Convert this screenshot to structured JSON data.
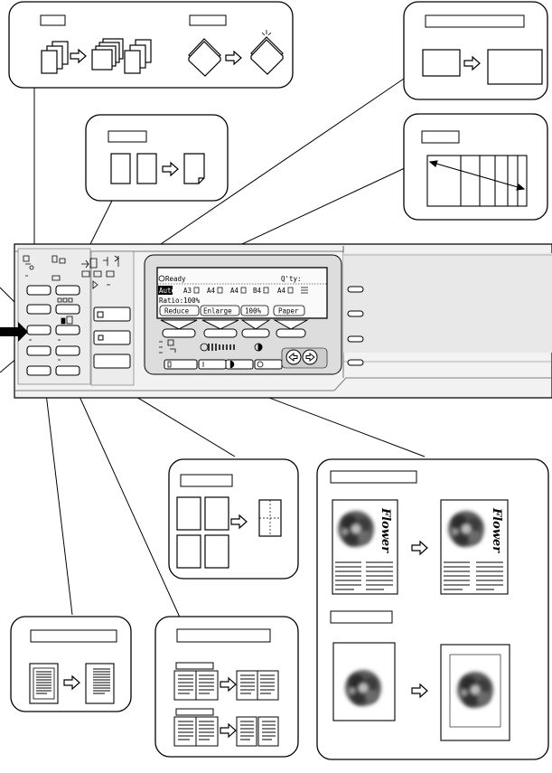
{
  "display": {
    "status": "Ready",
    "qty": "Q'ty:",
    "mode": "Auto",
    "paper_sizes": [
      "A3",
      "A4",
      "A4",
      "B4",
      "A4"
    ],
    "ratio": "Ratio:100%",
    "soft_keys": [
      "Reduce",
      "Enlarge",
      "100%",
      "Paper"
    ]
  },
  "illustration": {
    "flower_word": "Flower"
  }
}
